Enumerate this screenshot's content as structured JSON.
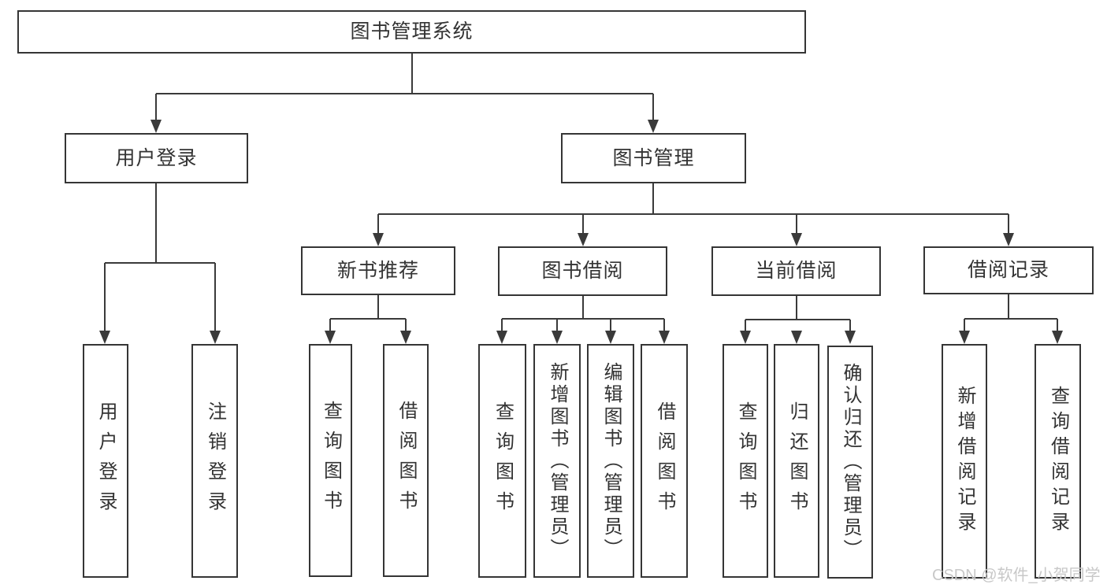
{
  "nodes": {
    "root": {
      "label": "图书管理系统"
    },
    "user_login": {
      "label": "用户登录"
    },
    "book_mgmt": {
      "label": "图书管理"
    },
    "new_book": {
      "label": "新书推荐"
    },
    "book_borrow": {
      "label": "图书借阅"
    },
    "current_borrow": {
      "label": "当前借阅"
    },
    "borrow_record": {
      "label": "借阅记录"
    },
    "ul_login": {
      "label": "用户登录"
    },
    "ul_logout": {
      "label": "注销登录"
    },
    "nb_query": {
      "label": "查询图书"
    },
    "nb_borrow": {
      "label": "借阅图书"
    },
    "bb_query": {
      "label": "查询图书"
    },
    "bb_add": {
      "label": "新增图书（管理员）"
    },
    "bb_edit": {
      "label": "编辑图书（管理员）"
    },
    "bb_borrow": {
      "label": "借阅图书"
    },
    "cb_query": {
      "label": "查询图书"
    },
    "cb_return": {
      "label": "归还图书"
    },
    "cb_confirm": {
      "label": "确认归还（管理员）"
    },
    "br_add": {
      "label": "新增借阅记录"
    },
    "br_query": {
      "label": "查询借阅记录"
    }
  },
  "watermark": {
    "text": "CSDN @软件_小贺同学",
    "color": "#c8c8c8"
  },
  "colors": {
    "line": "#3a3a3a",
    "box_border": "#353535",
    "text": "#333333",
    "background": "#ffffff"
  }
}
